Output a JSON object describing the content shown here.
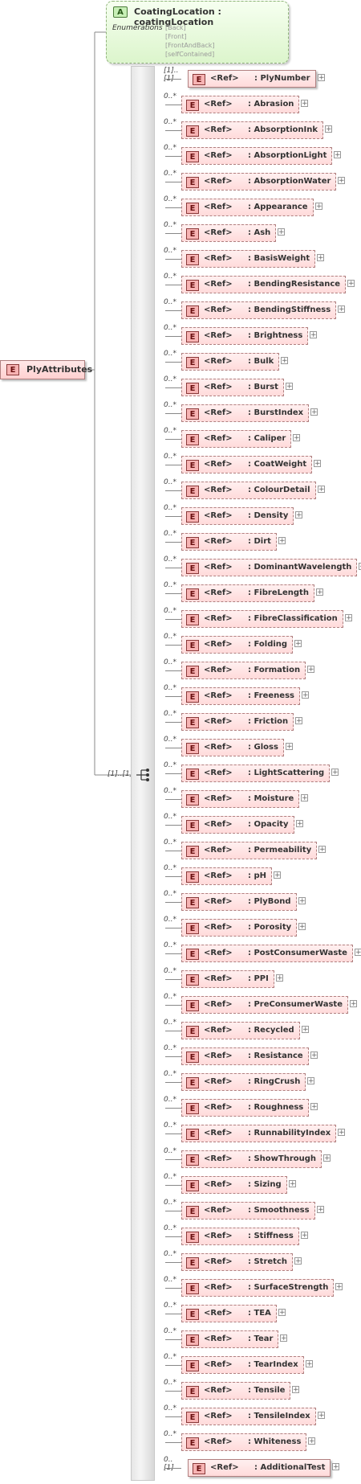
{
  "root": {
    "badge": "E",
    "label": "PlyAttributes"
  },
  "attribute": {
    "badge": "A",
    "title": "CoatingLocation : coatingLocation",
    "enum_label": "Enumerations",
    "enum_values": [
      "[Back]",
      "[Front]",
      "[FrontAndBack]",
      "[selfContained]"
    ]
  },
  "sequence": {
    "multiplicity": "[1]..[1]"
  },
  "elements": [
    {
      "mult": "[1]..[1]",
      "ref": "<Ref>",
      "name": ": PlyNumber",
      "required": true
    },
    {
      "mult": "0..*",
      "ref": "<Ref>",
      "name": ": Abrasion",
      "required": false
    },
    {
      "mult": "0..*",
      "ref": "<Ref>",
      "name": ": AbsorptionInk",
      "required": false
    },
    {
      "mult": "0..*",
      "ref": "<Ref>",
      "name": ": AbsorptionLight",
      "required": false
    },
    {
      "mult": "0..*",
      "ref": "<Ref>",
      "name": ": AbsorptionWater",
      "required": false
    },
    {
      "mult": "0..*",
      "ref": "<Ref>",
      "name": ": Appearance",
      "required": false
    },
    {
      "mult": "0..*",
      "ref": "<Ref>",
      "name": ": Ash",
      "required": false
    },
    {
      "mult": "0..*",
      "ref": "<Ref>",
      "name": ": BasisWeight",
      "required": false
    },
    {
      "mult": "0..*",
      "ref": "<Ref>",
      "name": ": BendingResistance",
      "required": false
    },
    {
      "mult": "0..*",
      "ref": "<Ref>",
      "name": ": BendingStiffness",
      "required": false
    },
    {
      "mult": "0..*",
      "ref": "<Ref>",
      "name": ": Brightness",
      "required": false
    },
    {
      "mult": "0..*",
      "ref": "<Ref>",
      "name": ": Bulk",
      "required": false
    },
    {
      "mult": "0..*",
      "ref": "<Ref>",
      "name": ": Burst",
      "required": false
    },
    {
      "mult": "0..*",
      "ref": "<Ref>",
      "name": ": BurstIndex",
      "required": false
    },
    {
      "mult": "0..*",
      "ref": "<Ref>",
      "name": ": Caliper",
      "required": false
    },
    {
      "mult": "0..*",
      "ref": "<Ref>",
      "name": ": CoatWeight",
      "required": false
    },
    {
      "mult": "0..*",
      "ref": "<Ref>",
      "name": ": ColourDetail",
      "required": false
    },
    {
      "mult": "0..*",
      "ref": "<Ref>",
      "name": ": Density",
      "required": false
    },
    {
      "mult": "0..*",
      "ref": "<Ref>",
      "name": ": Dirt",
      "required": false
    },
    {
      "mult": "0..*",
      "ref": "<Ref>",
      "name": ": DominantWavelength",
      "required": false
    },
    {
      "mult": "0..*",
      "ref": "<Ref>",
      "name": ": FibreLength",
      "required": false
    },
    {
      "mult": "0..*",
      "ref": "<Ref>",
      "name": ": FibreClassification",
      "required": false
    },
    {
      "mult": "0..*",
      "ref": "<Ref>",
      "name": ": Folding",
      "required": false
    },
    {
      "mult": "0..*",
      "ref": "<Ref>",
      "name": ": Formation",
      "required": false
    },
    {
      "mult": "0..*",
      "ref": "<Ref>",
      "name": ": Freeness",
      "required": false
    },
    {
      "mult": "0..*",
      "ref": "<Ref>",
      "name": ": Friction",
      "required": false
    },
    {
      "mult": "0..*",
      "ref": "<Ref>",
      "name": ": Gloss",
      "required": false
    },
    {
      "mult": "0..*",
      "ref": "<Ref>",
      "name": ": LightScattering",
      "required": false
    },
    {
      "mult": "0..*",
      "ref": "<Ref>",
      "name": ": Moisture",
      "required": false
    },
    {
      "mult": "0..*",
      "ref": "<Ref>",
      "name": ": Opacity",
      "required": false
    },
    {
      "mult": "0..*",
      "ref": "<Ref>",
      "name": ": Permeability",
      "required": false
    },
    {
      "mult": "0..*",
      "ref": "<Ref>",
      "name": ": pH",
      "required": false
    },
    {
      "mult": "0..*",
      "ref": "<Ref>",
      "name": ": PlyBond",
      "required": false
    },
    {
      "mult": "0..*",
      "ref": "<Ref>",
      "name": ": Porosity",
      "required": false
    },
    {
      "mult": "0..*",
      "ref": "<Ref>",
      "name": ": PostConsumerWaste",
      "required": false
    },
    {
      "mult": "0..*",
      "ref": "<Ref>",
      "name": ": PPI",
      "required": false
    },
    {
      "mult": "0..*",
      "ref": "<Ref>",
      "name": ": PreConsumerWaste",
      "required": false
    },
    {
      "mult": "0..*",
      "ref": "<Ref>",
      "name": ": Recycled",
      "required": false
    },
    {
      "mult": "0..*",
      "ref": "<Ref>",
      "name": ": Resistance",
      "required": false
    },
    {
      "mult": "0..*",
      "ref": "<Ref>",
      "name": ": RingCrush",
      "required": false
    },
    {
      "mult": "0..*",
      "ref": "<Ref>",
      "name": ": Roughness",
      "required": false
    },
    {
      "mult": "0..*",
      "ref": "<Ref>",
      "name": ": RunnabilityIndex",
      "required": false
    },
    {
      "mult": "0..*",
      "ref": "<Ref>",
      "name": ": ShowThrough",
      "required": false
    },
    {
      "mult": "0..*",
      "ref": "<Ref>",
      "name": ": Sizing",
      "required": false
    },
    {
      "mult": "0..*",
      "ref": "<Ref>",
      "name": ": Smoothness",
      "required": false
    },
    {
      "mult": "0..*",
      "ref": "<Ref>",
      "name": ": Stiffness",
      "required": false
    },
    {
      "mult": "0..*",
      "ref": "<Ref>",
      "name": ": Stretch",
      "required": false
    },
    {
      "mult": "0..*",
      "ref": "<Ref>",
      "name": ": SurfaceStrength",
      "required": false
    },
    {
      "mult": "0..*",
      "ref": "<Ref>",
      "name": ": TEA",
      "required": false
    },
    {
      "mult": "0..*",
      "ref": "<Ref>",
      "name": ": Tear",
      "required": false
    },
    {
      "mult": "0..*",
      "ref": "<Ref>",
      "name": ": TearIndex",
      "required": false
    },
    {
      "mult": "0..*",
      "ref": "<Ref>",
      "name": ": Tensile",
      "required": false
    },
    {
      "mult": "0..*",
      "ref": "<Ref>",
      "name": ": TensileIndex",
      "required": false
    },
    {
      "mult": "0..*",
      "ref": "<Ref>",
      "name": ": Whiteness",
      "required": false
    },
    {
      "mult": "0..[1]",
      "ref": "<Ref>",
      "name": ": AdditionalTest",
      "required": true
    }
  ]
}
